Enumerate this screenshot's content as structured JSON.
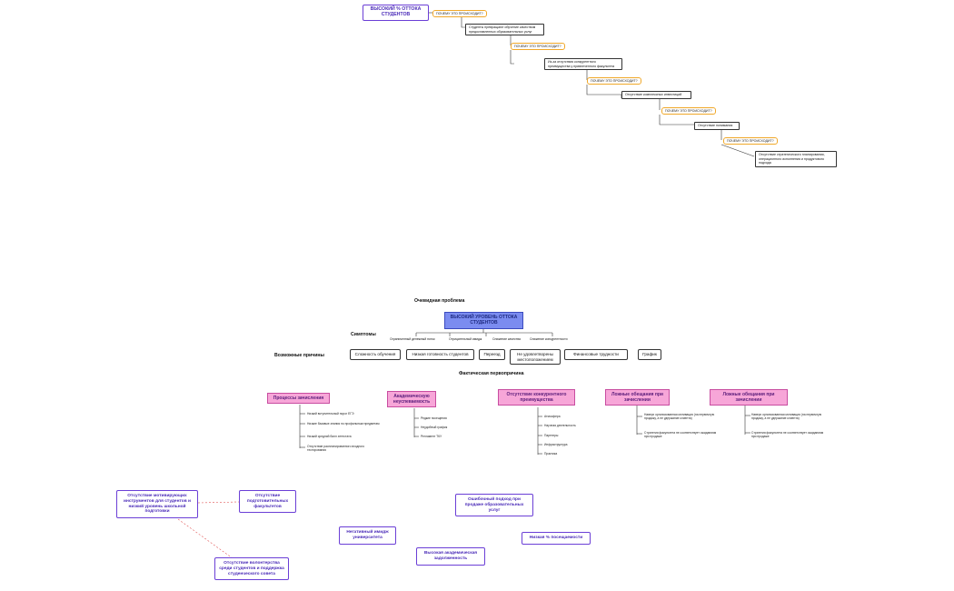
{
  "why_chain": {
    "root": "ВЫСОКИЙ % ОТТОКА СТУДЕНТОВ",
    "question": "ПОЧЕМУ ЭТО ПРОИСХОДИТ?",
    "answers": [
      "Студенты превращают обучение качеством предоставленных образовательных услуг",
      "Из-за отсутствия конкурентного преимущества у привлеченного факультета",
      "Отсутствие комплексных инвестиций",
      "Отсутствие понимания",
      "Отсутствие стратегического планирования, операционного исполнения и продуктового подхода"
    ]
  },
  "fishbone": {
    "header_problem": "Очевидная проблема",
    "problem": "ВЫСОКИЙ УРОВЕНЬ ОТТОКА СТУДЕНТОВ",
    "symptoms_label": "Симптомы",
    "symptoms": [
      "Ограниченный денежный поток",
      "Отрицательный имидж",
      "Снижение качества",
      "Снижение конкурентности"
    ],
    "causes_label": "Возможные причины",
    "causes": [
      "Сложность обучения",
      "Низкая готовность студентов",
      "Переезд",
      "Не удовлетворены местоположением",
      "Финансовые трудности",
      "График"
    ],
    "root_label": "Фактическая первопричина",
    "root_causes": [
      {
        "title": "Процессы зачисления",
        "items": [
          "Низкий вступительный порог ЕГЭ",
          "Низкие базовые знания по профильным предметам",
          "Низкий средний балл аттестата",
          "Отсутствие распланированного входного тестирования"
        ]
      },
      {
        "title": "Академическую неуспеваемость",
        "items": [
          "Редкие посещения",
          "Неудобный график",
          "Регламент ТКУ"
        ]
      },
      {
        "title": "Отсутствие конкурентного преимущества",
        "items": [
          "Атмосфера",
          "Научная деятельность",
          "Партнеры",
          "Инфраструктура",
          "Практика"
        ]
      },
      {
        "title": "Ложные обещания при зачислении",
        "items": [
          "Наверх организованная мотивация (на первичную продажу, а не удержание клиента)",
          "Стратегия факультета не соответствует ожиданиям при продаже"
        ]
      },
      {
        "title": "Ложные обещания при зачислении",
        "items": [
          "Наверх организованная мотивация (на первичную продажу, а не удержание клиента)",
          "Стратегия факультета не соответствует ожиданиям при продаже"
        ]
      }
    ]
  },
  "mindmap": [
    "Отсутствие мотивирующих инструментов для студентов и низкий уровень школьной подготовки",
    "Отсутствие подготовительных факультетов",
    "Отсутствие волонтерства среди студентов и поддержка студенческого совета",
    "Ошибочный подход при продаже образовательных услуг",
    "Негативный имидж университета",
    "Высокая академическая задолженность",
    "Низкая % посещаемости"
  ],
  "colors": {
    "accent": "#6b3fd6",
    "question_border": "#f0a82a",
    "pink": "#f7a6d8",
    "problem_blue": "#7b8cf0",
    "dashed_red": "#e05555"
  }
}
